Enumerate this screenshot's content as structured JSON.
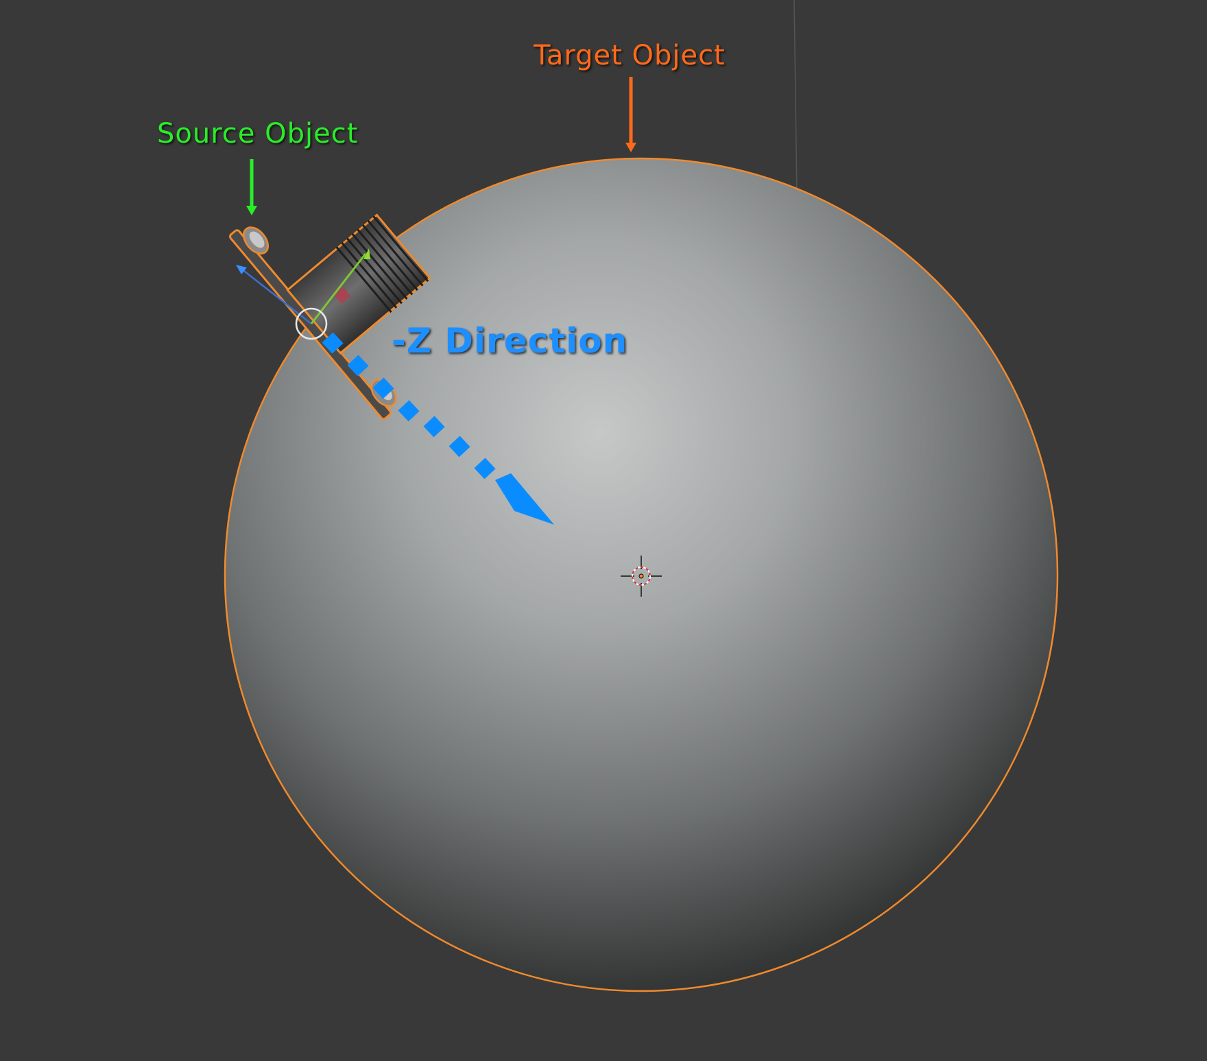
{
  "viewport": {
    "background": "#393939",
    "annotations": {
      "target": {
        "text": "Target Object",
        "color": "#ff6a1a"
      },
      "source": {
        "text": "Source Object",
        "color": "#28ee28"
      },
      "direction": {
        "text": "-Z Direction",
        "color": "#1e8fff"
      }
    },
    "objects": {
      "target_object": {
        "shape": "sphere",
        "selected": true,
        "outline_color": "#f08a2c"
      },
      "source_object": {
        "shape": "connector",
        "selected": true,
        "outline_color": "#f08a2c"
      }
    },
    "icons": [
      "3d-cursor-icon",
      "object-origin-icon",
      "transform-gizmo-icon",
      "direction-arrow-icon"
    ]
  }
}
